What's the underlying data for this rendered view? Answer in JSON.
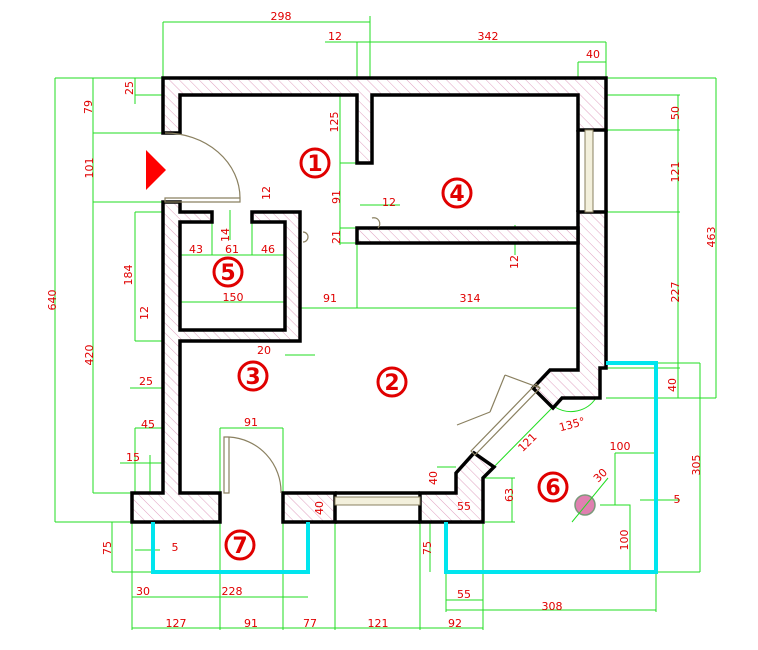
{
  "title": "Apartment floor plan",
  "colors": {
    "walls": "#000000",
    "hatch": "#e0a0c0",
    "dimensions": "#22dd22",
    "labels": "#e00000",
    "balcony": "#00e5ee",
    "pipe": "#e080b0"
  },
  "rooms": [
    "1",
    "2",
    "3",
    "4",
    "5",
    "6",
    "7"
  ],
  "angle_label": "135°",
  "dims": {
    "top_298": "298",
    "top_12": "12",
    "top_342": "342",
    "top_40": "40",
    "left_25": "25",
    "left_79": "79",
    "left_101": "101",
    "left_640": "640",
    "left_184": "184",
    "left_12": "12",
    "left_420": "420",
    "int_125": "125",
    "int_91": "91",
    "int_12a": "12",
    "int_21": "21",
    "bath_12": "12",
    "bath_14": "14",
    "bath_43": "43",
    "bath_61": "61",
    "bath_46": "46",
    "bath_150": "150",
    "mid_91": "91",
    "mid_314": "314",
    "r4_12": "12",
    "right_50": "50",
    "right_121": "121",
    "right_227": "227",
    "right_463": "463",
    "h_20": "20",
    "h_25": "25",
    "h_45": "45",
    "h_15": "15",
    "door_91": "91",
    "win_40": "40",
    "b_75": "75",
    "b_5": "5",
    "b_30": "30",
    "b_228": "228",
    "bot_127": "127",
    "bot_91": "91",
    "bot_77": "77",
    "bot_121": "121",
    "bot_92": "92",
    "bal_55a": "55",
    "bal_55b": "55",
    "bal_308": "308",
    "bal_75": "75",
    "diag_40": "40",
    "diag_63": "63",
    "diag_121": "121",
    "pipe_100a": "100",
    "pipe_30": "30",
    "pipe_5": "5",
    "pipe_100b": "100",
    "bal_305": "305",
    "bal_40": "40"
  }
}
